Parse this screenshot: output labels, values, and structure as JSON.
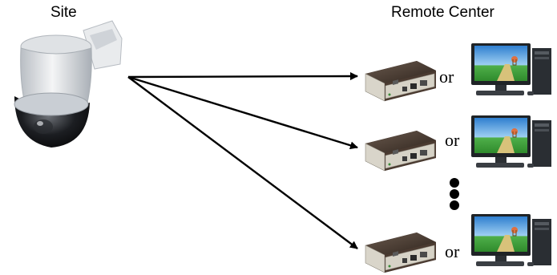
{
  "headings": {
    "site": "Site",
    "remote_center": "Remote Center"
  },
  "rows": [
    {
      "connector": "or"
    },
    {
      "connector": "or"
    },
    {
      "connector": "or"
    }
  ],
  "icons": {
    "camera": "ptz-dome-camera-icon",
    "decoder": "network-decoder-box-icon",
    "pc": "desktop-computer-icon"
  },
  "colors": {
    "arrow": "#000000",
    "decoder_body": "#4a3a30",
    "decoder_face": "#d8d4c8",
    "monitor_bezel": "#1f2326",
    "screen_sky": "#3a8fd4",
    "screen_grass": "#3fa63a",
    "tower": "#2a2e33"
  }
}
